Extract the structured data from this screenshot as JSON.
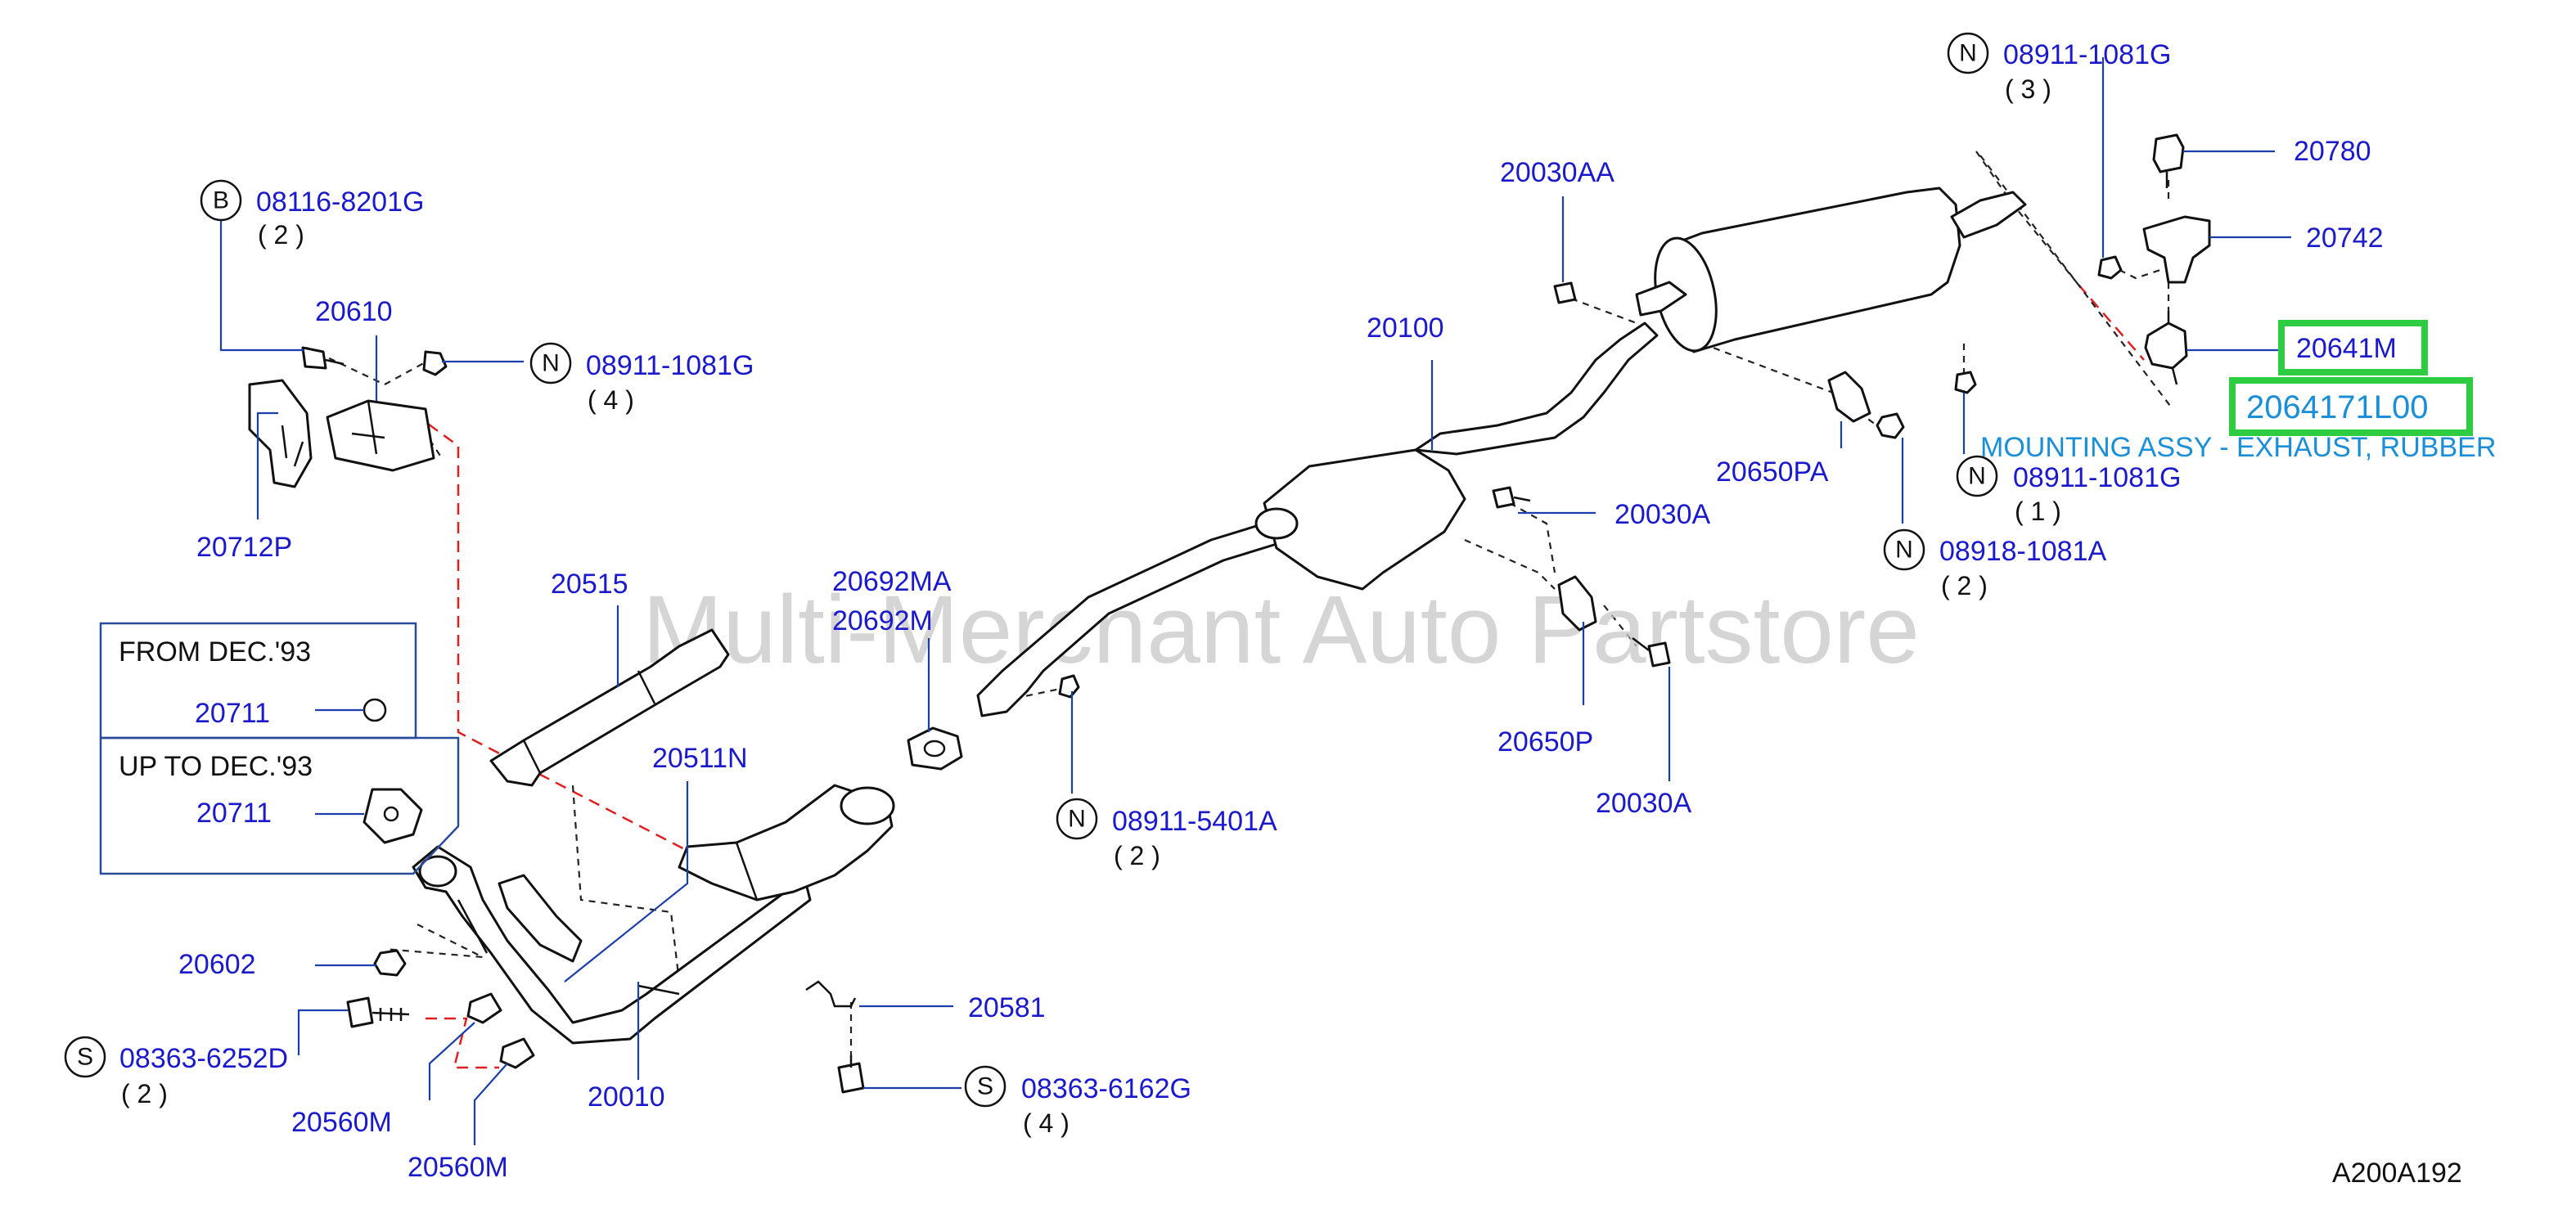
{
  "watermark": "Multi-Merchant Auto Partstore",
  "diagram_code": "A200A192",
  "description": "MOUNTING ASSY - EXHAUST, RUBBER",
  "highlight_part": "2064171L00",
  "notes": {
    "from": "FROM  DEC.'93",
    "upto": "UP  TO  DEC.'93"
  },
  "labels": {
    "p08116": "08116-8201G",
    "p20610": "20610",
    "p08911_4": "08911-1081G",
    "p20712P": "20712P",
    "p20515": "20515",
    "p20711a": "20711",
    "p20711b": "20711",
    "p20511N": "20511N",
    "p20602": "20602",
    "p08363_6252": "08363-6252D",
    "p20560M_a": "20560M",
    "p20560M_b": "20560M",
    "p20010": "20010",
    "p20692MA": "20692MA",
    "p20692M": "20692M",
    "p08911_5401": "08911-5401A",
    "p20581": "20581",
    "p08363_6162": "08363-6162G",
    "p20100": "20100",
    "p20030AA": "20030AA",
    "p20030A_a": "20030A",
    "p20650P": "20650P",
    "p20030A_b": "20030A",
    "p20650PA": "20650PA",
    "p08911_1": "08911-1081G",
    "p08918": "08918-1081A",
    "p08911_3": "08911-1081G",
    "p20780": "20780",
    "p20742": "20742",
    "p20641M": "20641M"
  },
  "letters": {
    "B": "B",
    "N1": "N",
    "N2": "N",
    "N3": "N",
    "N4": "N",
    "N5": "N",
    "S1": "S",
    "S2": "S"
  },
  "quantities": {
    "q08116": "( 2  )",
    "q08911_4": "( 4  )",
    "q08363_6252": "( 2  )",
    "q08911_5401": "( 2  )",
    "q08363_6162": "( 4  )",
    "q08911_1": "( 1  )",
    "q08918": "( 2  )",
    "q08911_3": "( 3  )"
  }
}
